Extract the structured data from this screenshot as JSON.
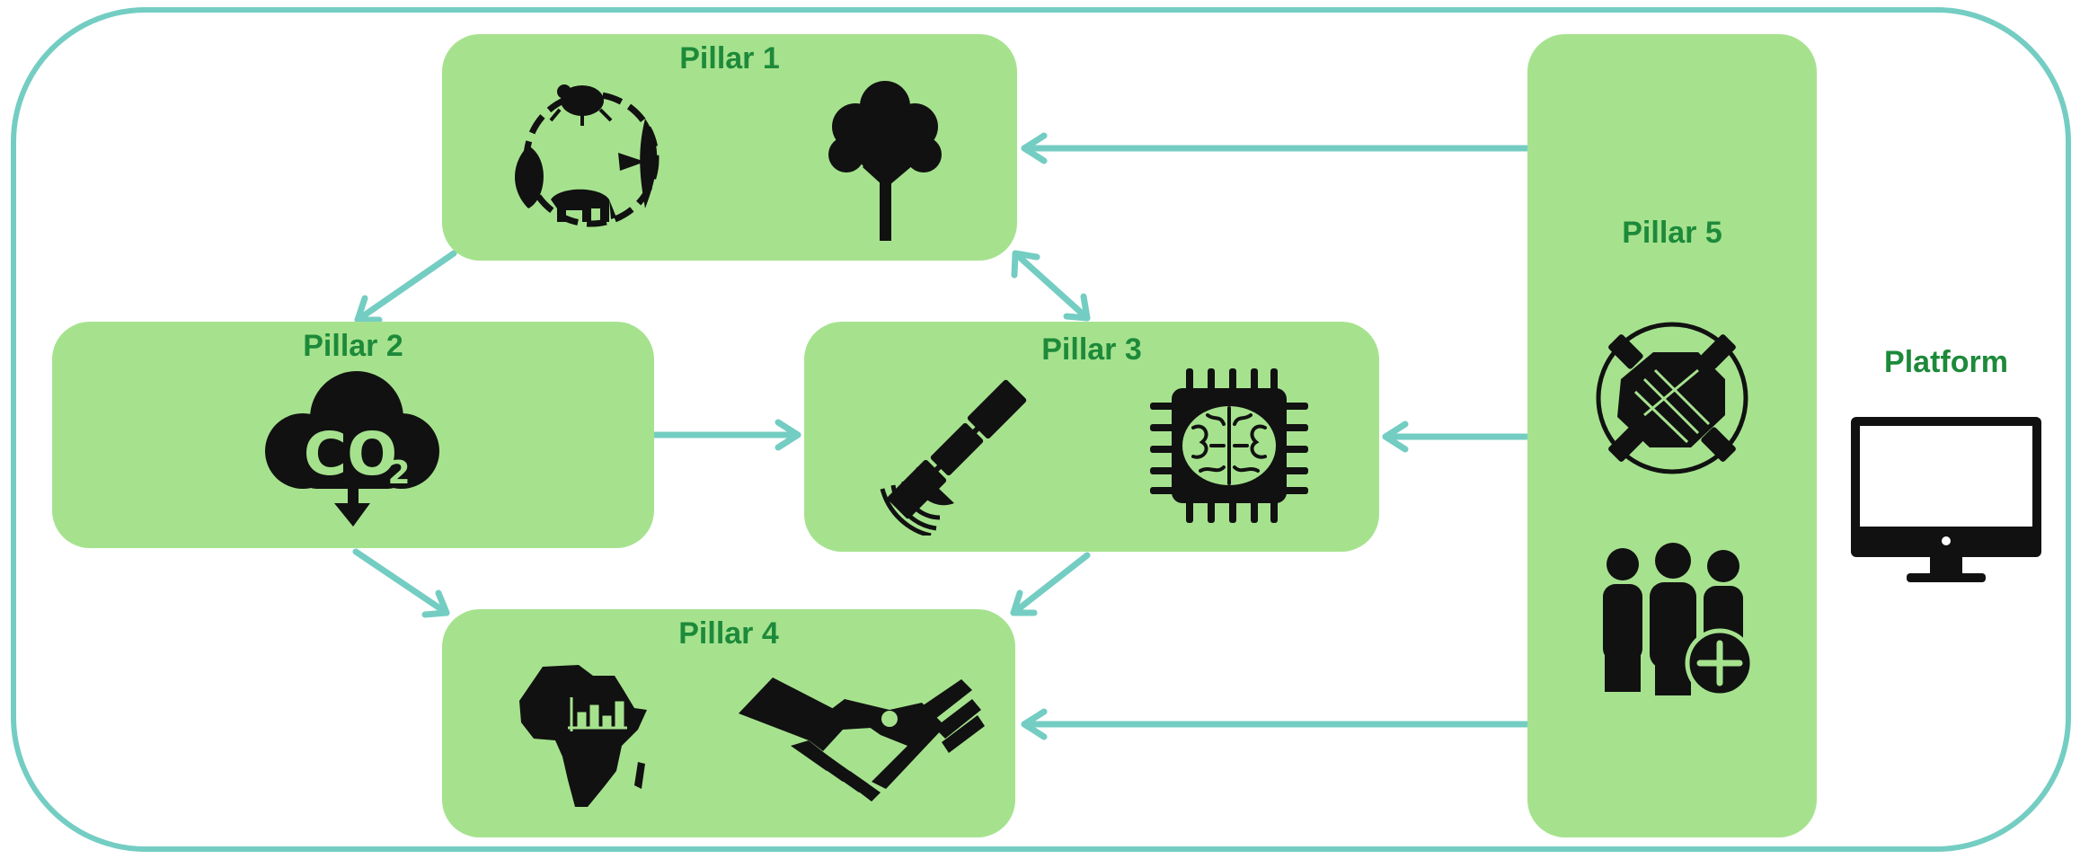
{
  "diagram": {
    "pillars": [
      {
        "id": "pillar-1",
        "label": "Pillar 1",
        "icons": [
          "biodiversity-cycle-icon",
          "tree-icon"
        ]
      },
      {
        "id": "pillar-2",
        "label": "Pillar 2",
        "icons": [
          "co2-cloud-icon"
        ]
      },
      {
        "id": "pillar-3",
        "label": "Pillar 3",
        "icons": [
          "satellite-icon",
          "ai-chip-brain-icon"
        ]
      },
      {
        "id": "pillar-4",
        "label": "Pillar 4",
        "icons": [
          "africa-chart-icon",
          "handshake-icon"
        ]
      },
      {
        "id": "pillar-5",
        "label": "Pillar 5",
        "icons": [
          "collaboration-hands-icon",
          "add-people-icon"
        ]
      }
    ],
    "platform": {
      "label": "Platform",
      "icon": "monitor-icon"
    },
    "colors": {
      "box": "#a6e28e",
      "label": "#1d8a3a",
      "arrow": "#74cdc2",
      "icon": "#111111"
    },
    "edges": [
      {
        "from": "pillar-1",
        "to": "pillar-2"
      },
      {
        "from": "pillar-1",
        "to": "pillar-3",
        "bidirectional": true
      },
      {
        "from": "pillar-2",
        "to": "pillar-3"
      },
      {
        "from": "pillar-2",
        "to": "pillar-4"
      },
      {
        "from": "pillar-3",
        "to": "pillar-4"
      },
      {
        "from": "pillar-5",
        "to": "pillar-1"
      },
      {
        "from": "pillar-5",
        "to": "pillar-3"
      },
      {
        "from": "pillar-5",
        "to": "pillar-4"
      }
    ]
  }
}
